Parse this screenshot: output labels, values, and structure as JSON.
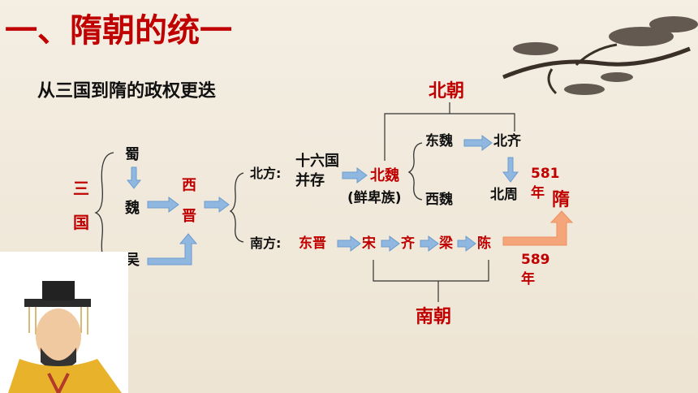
{
  "title": "一、隋朝的统一",
  "subtitle": "从三国到隋的政权更迭",
  "three_kingdoms_label": [
    "三",
    "国"
  ],
  "kingdoms": {
    "shu": "蜀",
    "wei": "魏",
    "wu": "吴"
  },
  "jin": [
    "西",
    "晋"
  ],
  "north_label": "北方:",
  "sixteen": [
    "十六国",
    "并存"
  ],
  "northern_wei": "北魏",
  "northern_wei_note": "(鲜卑族)",
  "northern_dynasties": "北朝",
  "east_wei": "东魏",
  "west_wei": "西魏",
  "north_qi": "北齐",
  "north_zhou": "北周",
  "year_581": [
    "581",
    "年"
  ],
  "sui": "隋",
  "south_label": "南方:",
  "southern_chain": [
    "东晋",
    "宋",
    "齐",
    "梁",
    "陈"
  ],
  "southern_dynasties": "南朝",
  "year_589": [
    "589",
    "年"
  ],
  "colors": {
    "title": "#c00000",
    "accent_red": "#c00000",
    "arrow_blue": "#8fb7e0",
    "arrow_orange": "#f4a57a"
  }
}
